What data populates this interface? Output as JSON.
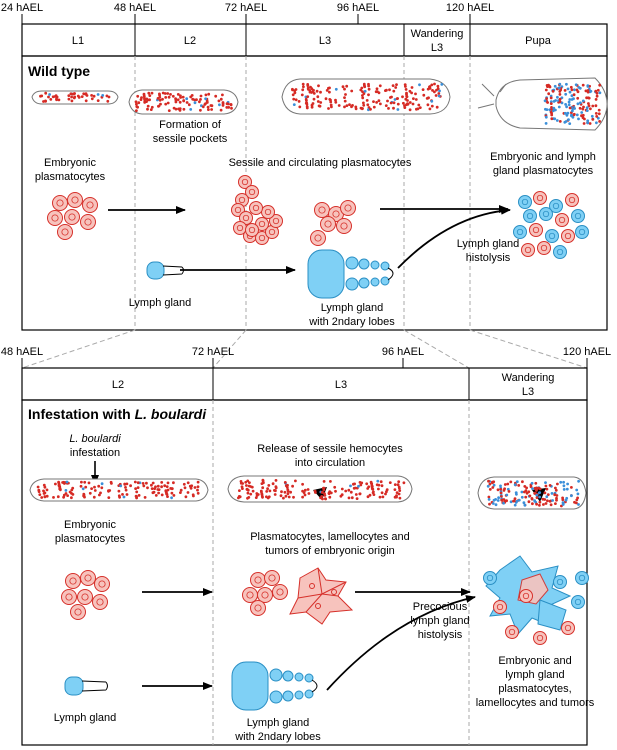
{
  "top_panel": {
    "timepoints": [
      "24 hAEL",
      "48 hAEL",
      "72 hAEL",
      "96 hAEL",
      "120 hAEL"
    ],
    "stages": [
      "L1",
      "L2",
      "L3",
      "Wandering",
      "L3",
      "Pupa"
    ],
    "title": "Wild type",
    "formation_line1": "Formation of",
    "formation_line2": "sessile pockets",
    "embryonic_line1": "Embryonic",
    "embryonic_line2": "plasmatocytes",
    "sessile_circulating": "Sessile and circulating plasmatocytes",
    "emb_lymph_line1": "Embryonic and lymph",
    "emb_lymph_line2": "gland plasmatocytes",
    "histolysis_line1": "Lymph gland",
    "histolysis_line2": "histolysis",
    "lymph_gland": "Lymph gland",
    "lymph_2nd_line1": "Lymph gland",
    "lymph_2nd_line2": "with 2ndary lobes"
  },
  "bottom_panel": {
    "timepoints": [
      "48 hAEL",
      "72 hAEL",
      "96 hAEL",
      "120 hAEL"
    ],
    "stages": [
      "L2",
      "L3",
      "Wandering",
      "L3"
    ],
    "title_prefix": "Infestation with ",
    "title_species": "L. boulardi",
    "infest_species": "L. boulardi",
    "infest_word": "infestation",
    "release_line1": "Release of sessile hemocytes",
    "release_line2": "into circulation",
    "embryonic_line1": "Embryonic",
    "embryonic_line2": "plasmatocytes",
    "pl_line1": "Plasmatocytes, lamellocytes and",
    "pl_line2": "tumors of embryonic origin",
    "precocious_line1": "Precocious",
    "precocious_line2": "lymph gland",
    "precocious_line3": "histolysis",
    "final_line1": "Embryonic and",
    "final_line2": "lymph gland",
    "final_line3": "plasmatocytes,",
    "final_line4": "lamellocytes and tumors",
    "lymph_gland": "Lymph gland",
    "lymph_2nd_line1": "Lymph gland",
    "lymph_2nd_line2": "with 2ndary lobes"
  },
  "colors": {
    "plasmatocyte_fill": "#f7c3bd",
    "plasmatocyte_stroke": "#d6302a",
    "lymph_fill": "#7fd0f5",
    "lymph_stroke": "#2a8fc4",
    "blue_dot": "#3a8fd9",
    "red_dot": "#d62a24",
    "guide": "#bbbbbb"
  }
}
